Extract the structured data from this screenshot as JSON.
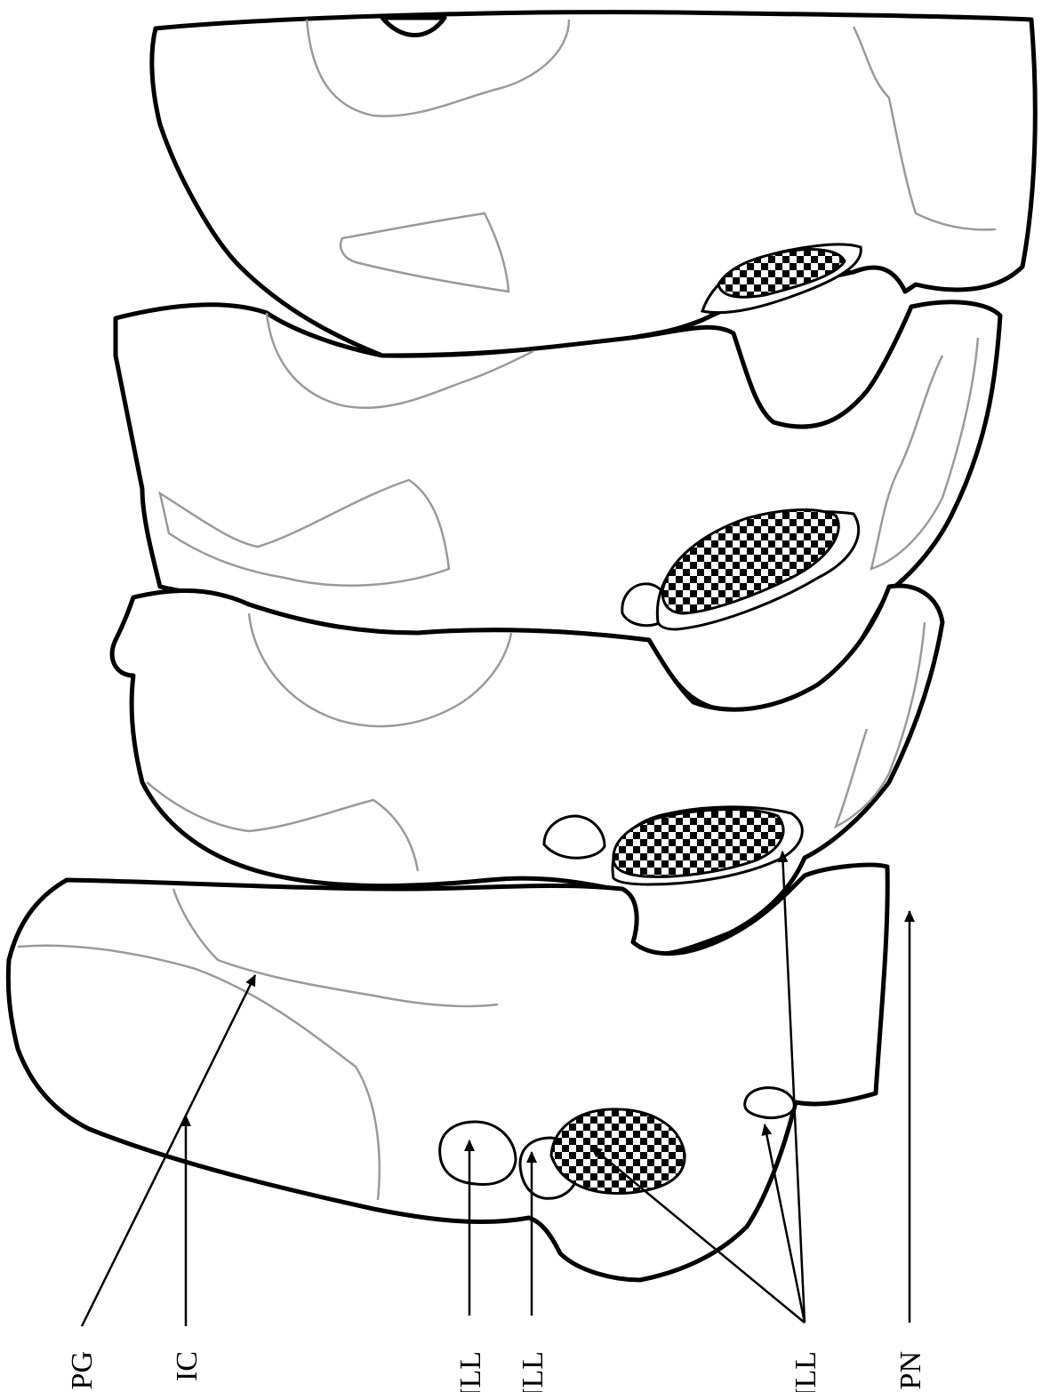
{
  "labels": {
    "pg": "PG",
    "ic": "IC",
    "dnll": "DNLL",
    "inll": "INLL",
    "vnll": "VNLL",
    "pn": "PN"
  },
  "colors": {
    "outline": "#000000",
    "inner_contour": "#9a9a9a",
    "checker": "#000000",
    "background": "#ffffff"
  }
}
